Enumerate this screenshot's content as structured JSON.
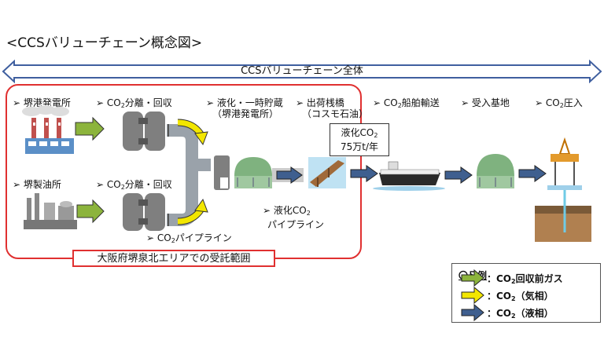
{
  "title": "<CCSバリューチェーン概念図>",
  "banner_label": "CCSバリューチェーン全体",
  "steps": {
    "power_plant": "➢ 堺港発電所",
    "separation_1_pre": "➢ CO",
    "separation_1_post": "分離・回収",
    "liquefaction_line1": "➢ 液化・一時貯蔵",
    "liquefaction_line2": "（堺港発電所）",
    "shipping_pier_line1": "➢ 出荷桟橋",
    "shipping_pier_line2": "（コスモ石油）",
    "ship_transport_pre": "➢ CO",
    "ship_transport_post": "船舶輸送",
    "receiving_base": "➢ 受入基地",
    "injection_pre": "➢ CO",
    "injection_post": "圧入",
    "refinery": "➢ 堺製油所",
    "separation_2_pre": "➢ CO",
    "separation_2_post": "分離・回収",
    "pipeline_pre": "➢ CO",
    "pipeline_post": "パイプライン",
    "liquid_pipeline_line1_pre": "➢ 液化CO",
    "liquid_pipeline_line2": "パイプライン",
    "sub2": "2"
  },
  "volume": {
    "line1_pre": "液化CO",
    "line2": "75万t/年"
  },
  "scope_label": "大阪府堺泉北エリアでの受託範囲",
  "legend": {
    "title": "〇凡例",
    "items": [
      {
        "pre": "：CO",
        "post": "回収前ガス",
        "color": "#8cb43c"
      },
      {
        "pre": "：CO",
        "post": "（気相）",
        "color": "#f2e600"
      },
      {
        "pre": "：CO",
        "post": "（液相）",
        "color": "#3f5f8f"
      }
    ]
  },
  "colors": {
    "gas_arrow": "#8cb43c",
    "gas_phase": "#f2e600",
    "liquid_phase": "#3f5f8f",
    "scope_frame": "#e03030",
    "banner_border": "#3f5f9f"
  }
}
